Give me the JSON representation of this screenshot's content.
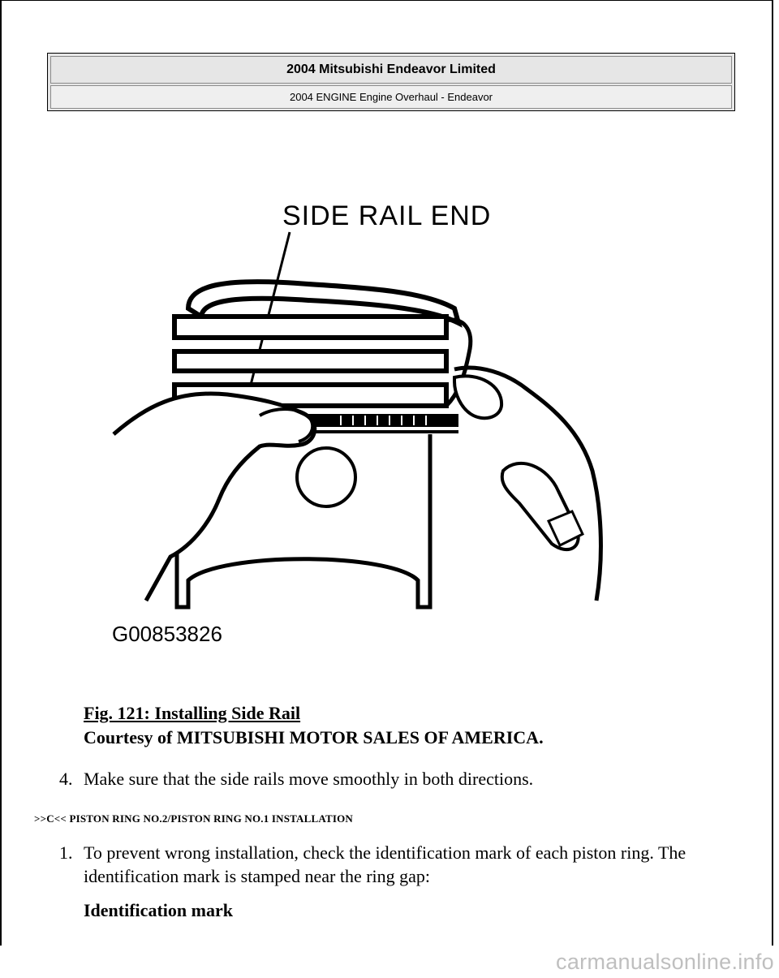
{
  "header": {
    "title": "2004 Mitsubishi Endeavor Limited",
    "subtitle": "2004 ENGINE Engine Overhaul - Endeavor"
  },
  "figure": {
    "callout_label": "SIDE RAIL END",
    "image_code": "G00853826"
  },
  "caption": {
    "title": "Fig. 121: Installing Side Rail",
    "credit": "Courtesy of MITSUBISHI MOTOR SALES OF AMERICA."
  },
  "steps_before": [
    {
      "number": "4.",
      "text": "Make sure that the side rails move smoothly in both directions."
    }
  ],
  "section_heading": ">>C<< PISTON RING NO.2/PISTON RING NO.1 INSTALLATION",
  "steps_after": [
    {
      "number": "1.",
      "text": "To prevent wrong installation, check the identification mark of each piston ring. The identification mark is stamped near the ring gap:"
    }
  ],
  "sub_heading": "Identification mark",
  "watermark": "carmanualsonline.info"
}
